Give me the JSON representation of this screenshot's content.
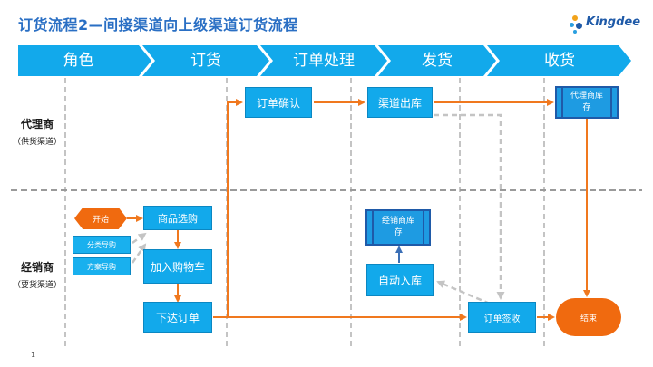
{
  "title": "订货流程2—间接渠道向上级渠道订货流程",
  "logo": {
    "text": "Kingdee"
  },
  "phases": [
    "角色",
    "订货",
    "订单处理",
    "发货",
    "收货"
  ],
  "lanes": {
    "supplier": {
      "name": "代理商",
      "sub": "（供货渠道）"
    },
    "buyer": {
      "name": "经销商",
      "sub": "（要货渠道）"
    }
  },
  "nodes": {
    "order_confirm": "订单确认",
    "channel_outbound": "渠道出库",
    "agent_stock": "代理商库存",
    "dealer_stock": "经销商库存",
    "auto_inbound": "自动入库",
    "start": "开始",
    "product_select": "商品选购",
    "category_guide": "分类导购",
    "scheme_guide": "方案导购",
    "add_cart": "加入购物车",
    "place_order": "下达订单",
    "order_receipt": "订单签收",
    "end": "结束"
  },
  "page_number": "1",
  "colors": {
    "box": "#12a9eb",
    "bar": "#12a9eb",
    "flow": "#f0781e",
    "terminal": "#f06a0f",
    "title": "#2a6fc4"
  }
}
